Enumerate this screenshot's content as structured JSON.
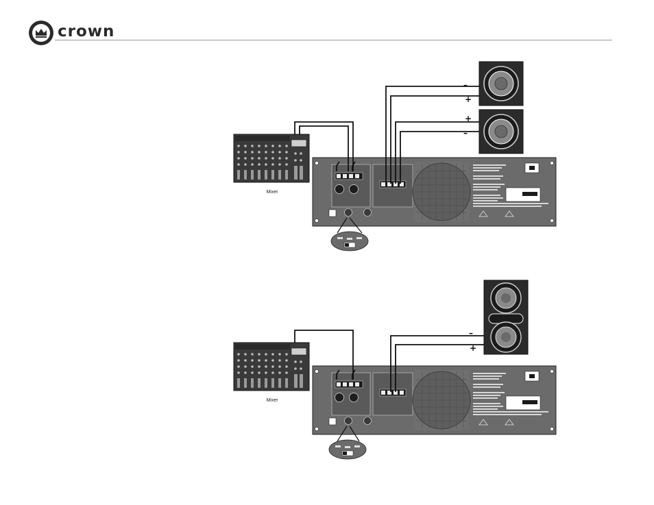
{
  "header": {
    "brand": "crown"
  },
  "diagram_top": {
    "mixer_label": "Mixer",
    "pos_label": "+",
    "neg_label": "–"
  },
  "diagram_bottom": {
    "mixer_label": "Mixer",
    "pos_label": "+",
    "neg_label": "–"
  }
}
